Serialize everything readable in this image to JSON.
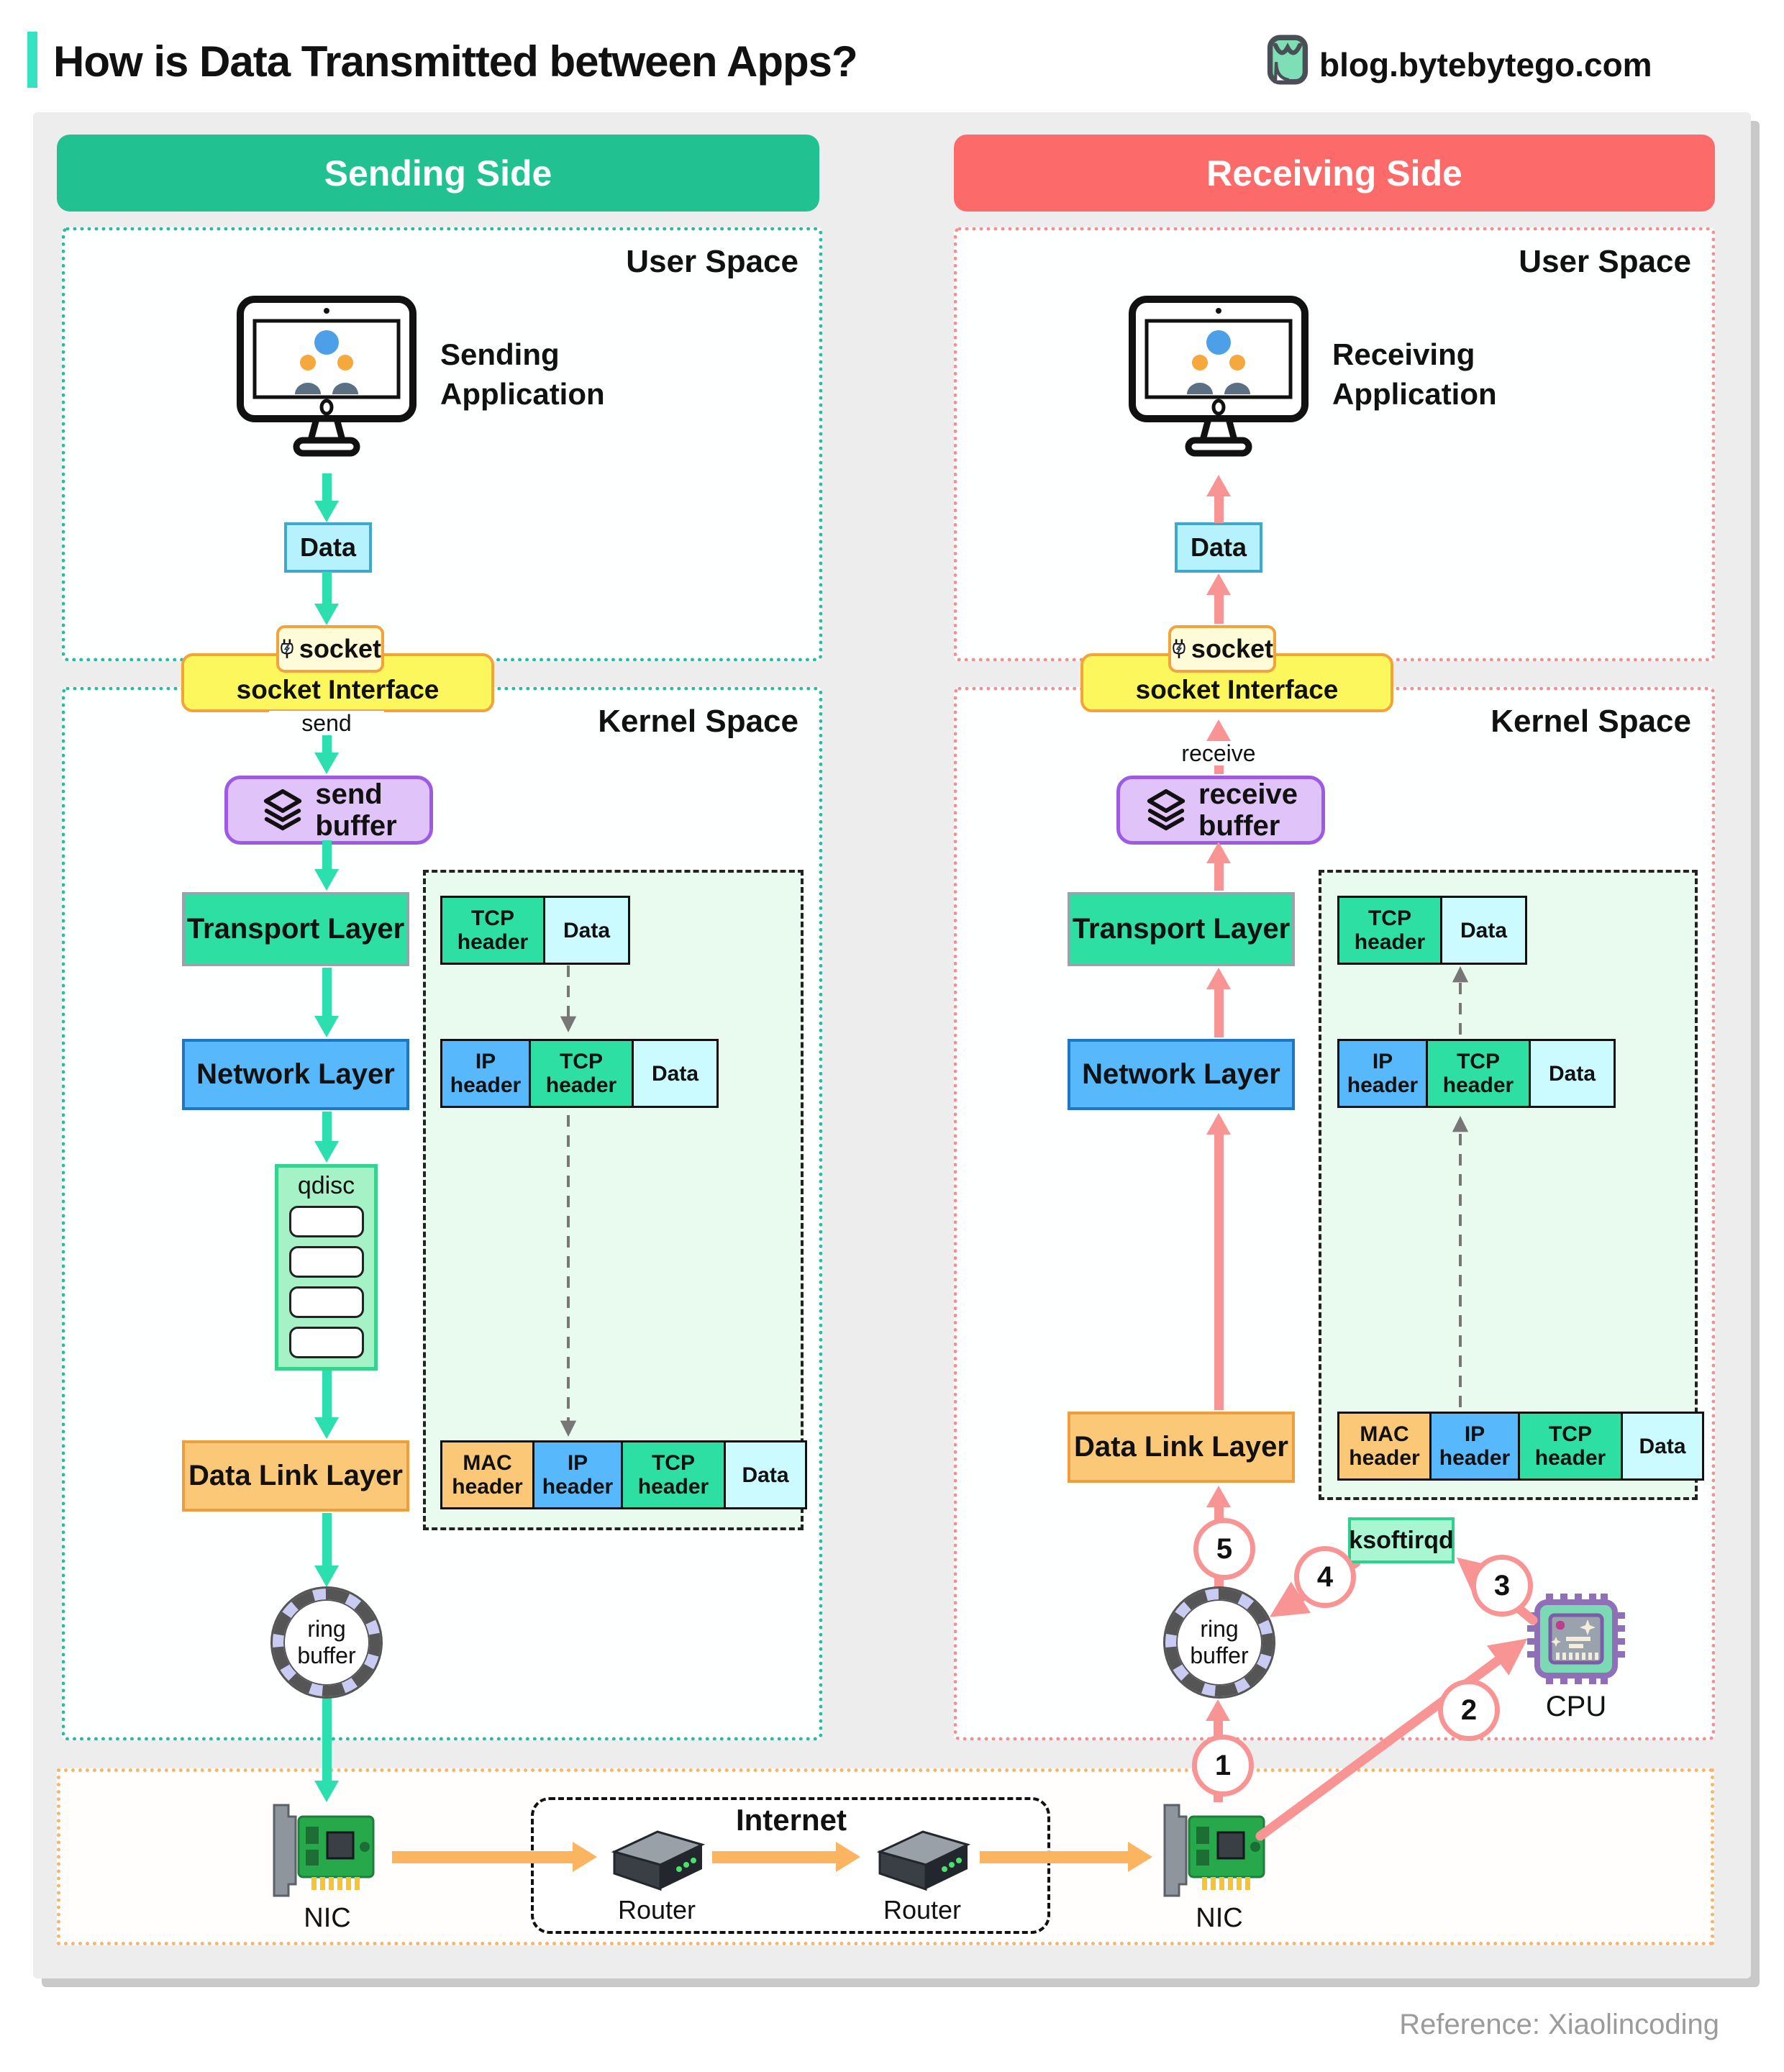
{
  "page": {
    "title": "How is Data Transmitted between Apps?",
    "site": "blog.bytebytego.com",
    "reference": "Reference: Xiaolincoding"
  },
  "sending": {
    "header": "Sending Side",
    "user_space": "User Space",
    "kernel_space": "Kernel Space",
    "app": "Sending\nApplication",
    "data": "Data",
    "socket": "socket",
    "socket_interface": "socket Interface",
    "send": "send",
    "buffer": "send\nbuffer",
    "transport": "Transport Layer",
    "network": "Network Layer",
    "qdisc": "qdisc",
    "datalink": "Data Link Layer",
    "ring": "ring\nbuffer",
    "nic": "NIC"
  },
  "receiving": {
    "header": "Receiving Side",
    "user_space": "User Space",
    "kernel_space": "Kernel Space",
    "app": "Receiving\nApplication",
    "data": "Data",
    "socket": "socket",
    "socket_interface": "socket Interface",
    "receive": "receive",
    "buffer": "receive\nbuffer",
    "transport": "Transport Layer",
    "network": "Network Layer",
    "datalink": "Data Link Layer",
    "ring": "ring\nbuffer",
    "nic": "NIC",
    "ksoftirqd": "ksoftirqd",
    "cpu": "CPU",
    "steps": [
      "1",
      "2",
      "3",
      "4",
      "5"
    ]
  },
  "packets": {
    "tcp": "TCP\nheader",
    "ip": "IP\nheader",
    "mac": "MAC\nheader",
    "data": "Data"
  },
  "internet": {
    "label": "Internet",
    "router1": "Router",
    "router2": "Router"
  },
  "colors": {
    "sending_accent": "#21C191",
    "receiving_accent": "#FD6A6A",
    "green_arrow": "#2BDFAE",
    "pink_arrow": "#F89494",
    "orange_arrow": "#FBB45F",
    "socket_yellow": "#FBF75D",
    "buffer_purple": "#E0C3F8",
    "qdisc_green": "#A5F2C6",
    "tcp_cell": "#2EDFA3",
    "ip_cell": "#57B9FB",
    "mac_cell": "#FBC878",
    "data_cell": "#CBFBFF"
  }
}
